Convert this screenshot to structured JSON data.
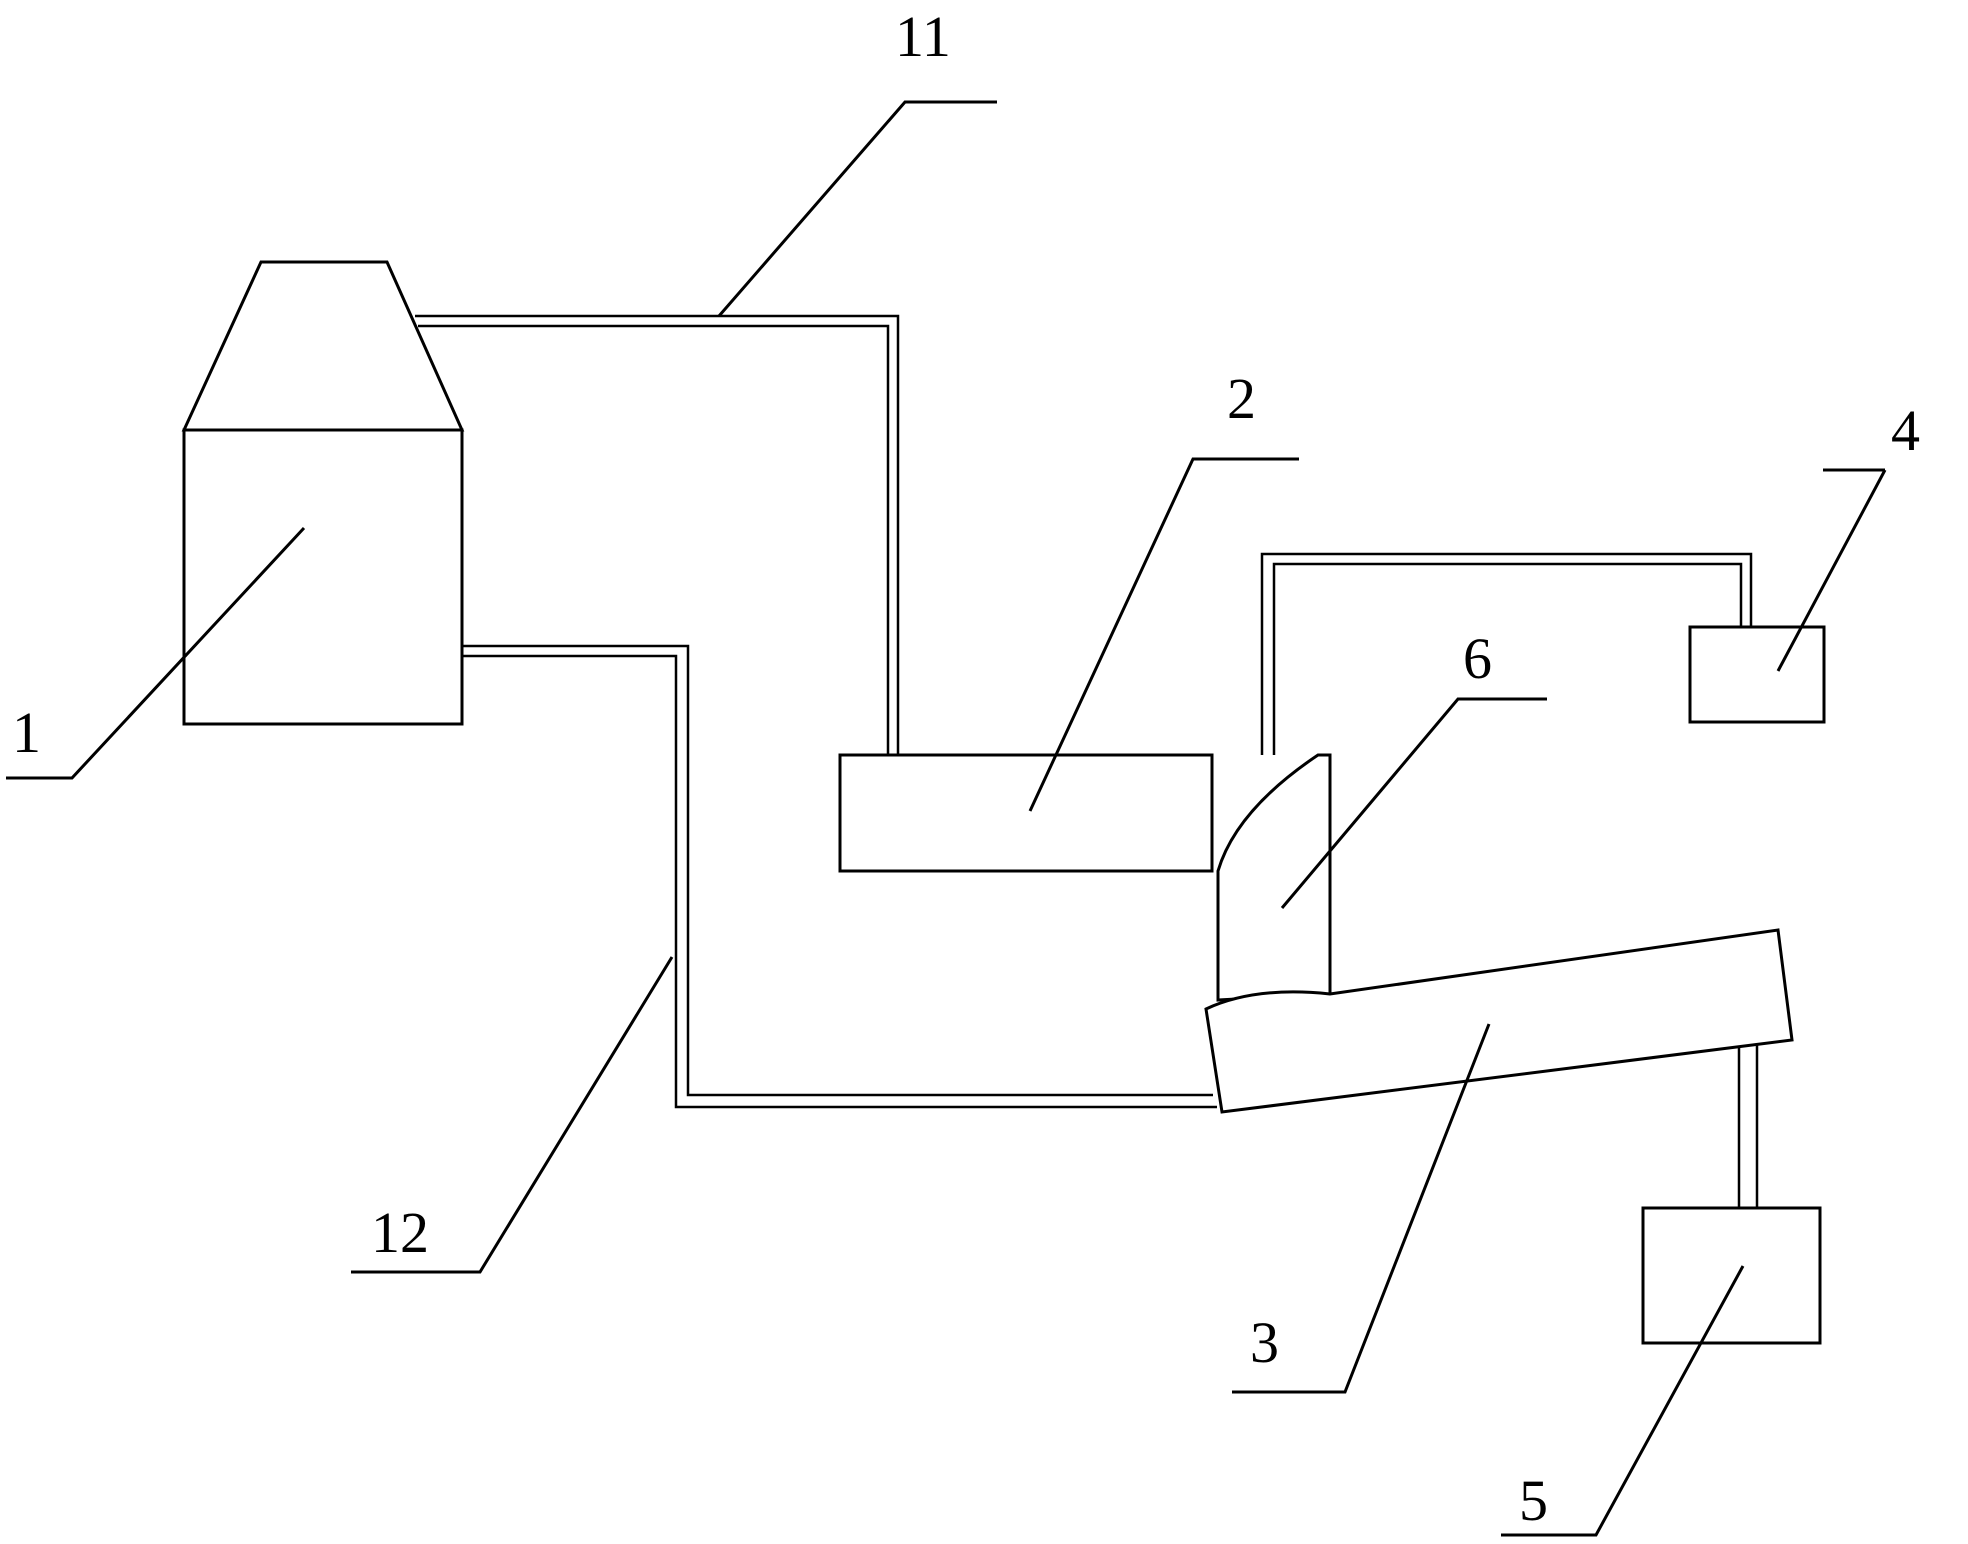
{
  "labels": {
    "l1": "1",
    "l2": "2",
    "l3": "3",
    "l4": "4",
    "l5": "5",
    "l6": "6",
    "l11": "11",
    "l12": "12"
  },
  "colors": {
    "stroke": "#000000",
    "background": "#ffffff"
  }
}
